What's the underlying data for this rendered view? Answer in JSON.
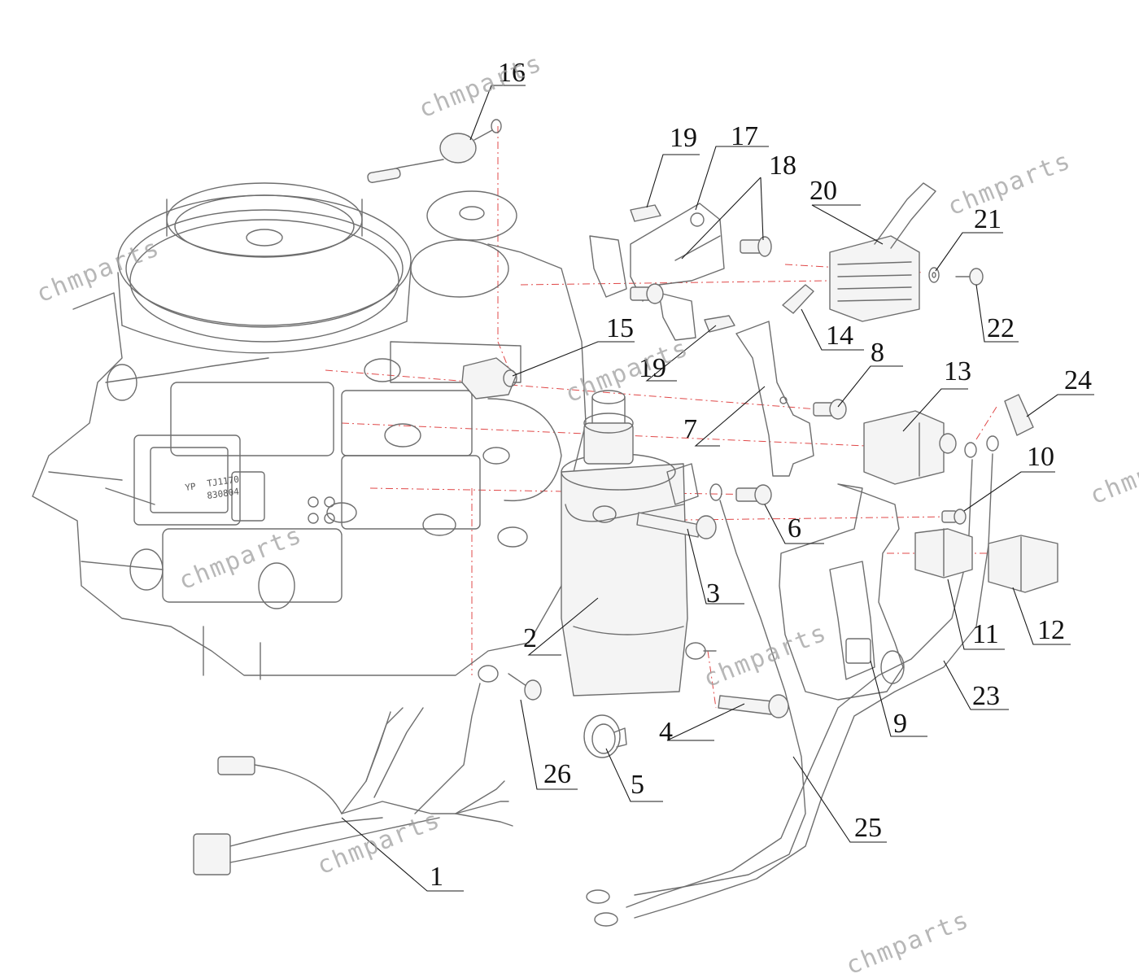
{
  "watermark": {
    "text": "chmparts"
  },
  "plate": {
    "line1": "TJ1170",
    "line2": "830804",
    "brand": "YP"
  },
  "callouts": [
    {
      "id": "1",
      "label": "1"
    },
    {
      "id": "2",
      "label": "2"
    },
    {
      "id": "3",
      "label": "3"
    },
    {
      "id": "4",
      "label": "4"
    },
    {
      "id": "5",
      "label": "5"
    },
    {
      "id": "6",
      "label": "6"
    },
    {
      "id": "7",
      "label": "7"
    },
    {
      "id": "8",
      "label": "8"
    },
    {
      "id": "9",
      "label": "9"
    },
    {
      "id": "10",
      "label": "10"
    },
    {
      "id": "11",
      "label": "11"
    },
    {
      "id": "12",
      "label": "12"
    },
    {
      "id": "13",
      "label": "13"
    },
    {
      "id": "14",
      "label": "14"
    },
    {
      "id": "15",
      "label": "15"
    },
    {
      "id": "16",
      "label": "16"
    },
    {
      "id": "17",
      "label": "17"
    },
    {
      "id": "18",
      "label": "18"
    },
    {
      "id": "19a",
      "label": "19"
    },
    {
      "id": "19b",
      "label": "19"
    },
    {
      "id": "20",
      "label": "20"
    },
    {
      "id": "21",
      "label": "21"
    },
    {
      "id": "22",
      "label": "22"
    },
    {
      "id": "23",
      "label": "23"
    },
    {
      "id": "24",
      "label": "24"
    },
    {
      "id": "25",
      "label": "25"
    },
    {
      "id": "26",
      "label": "26"
    }
  ],
  "colors": {
    "centerline": "#e04848",
    "line": "#6e6e6e",
    "text": "#111111",
    "watermark": "#a0a0a0"
  }
}
